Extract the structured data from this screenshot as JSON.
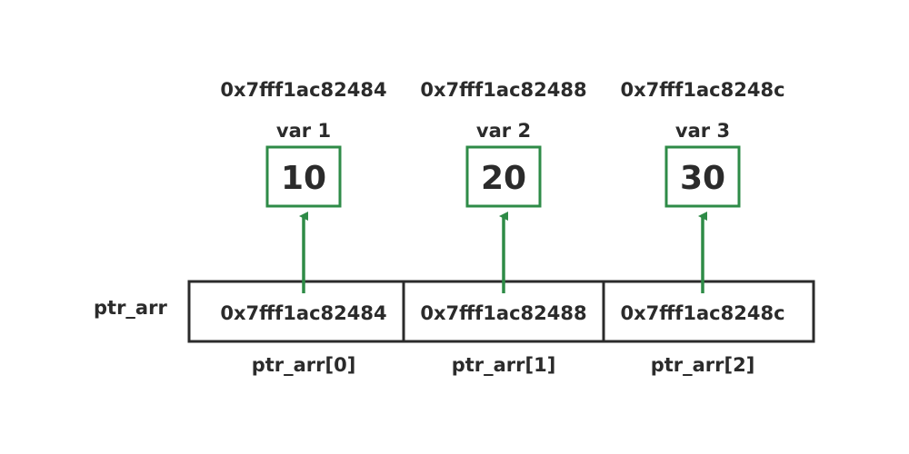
{
  "array_name": "ptr_arr",
  "colors": {
    "var_box": "#2e8b47",
    "arrow": "#2e8b47",
    "array_border": "#2b2b2b",
    "text": "#2b2b2b"
  },
  "variables": [
    {
      "address": "0x7fff1ac82484",
      "name": "var 1",
      "value": "10"
    },
    {
      "address": "0x7fff1ac82488",
      "name": "var 2",
      "value": "20"
    },
    {
      "address": "0x7fff1ac8248c",
      "name": "var 3",
      "value": "30"
    }
  ],
  "cells": [
    {
      "content": "0x7fff1ac82484",
      "index_label": "ptr_arr[0]"
    },
    {
      "content": "0x7fff1ac82488",
      "index_label": "ptr_arr[1]"
    },
    {
      "content": "0x7fff1ac8248c",
      "index_label": "ptr_arr[2]"
    }
  ]
}
